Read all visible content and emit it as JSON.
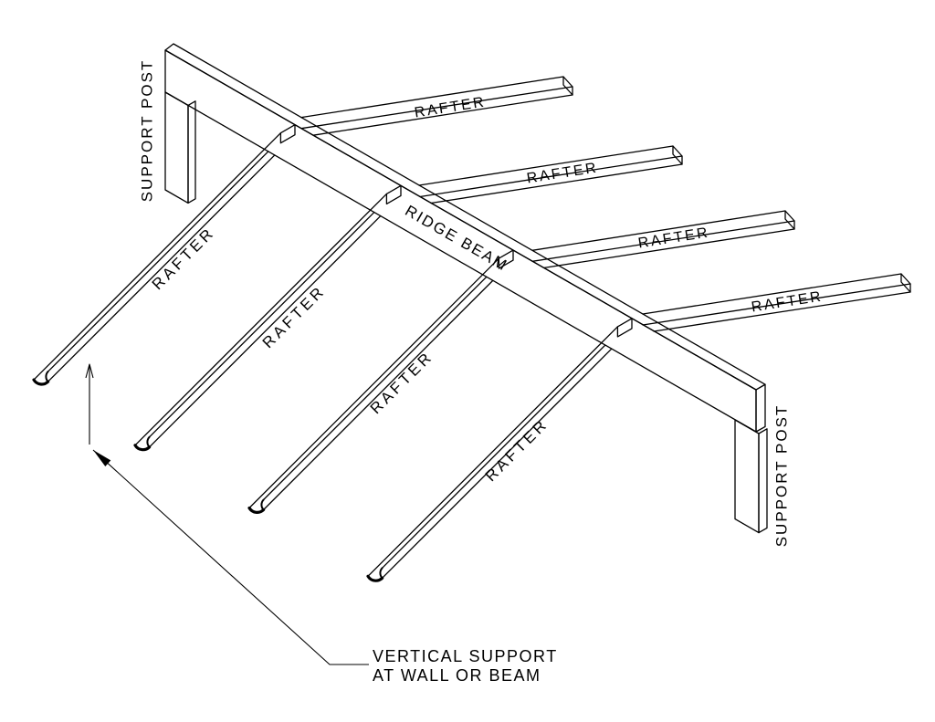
{
  "diagram": {
    "labels": {
      "ridge_beam": "RIDGE BEAM",
      "rafter": "RAFTER",
      "support_post": "SUPPORT POST",
      "note_line1": "VERTICAL SUPPORT",
      "note_line2": "AT WALL OR BEAM"
    },
    "colors": {
      "line": "#000000",
      "background": "#ffffff",
      "text": "#000000"
    }
  }
}
